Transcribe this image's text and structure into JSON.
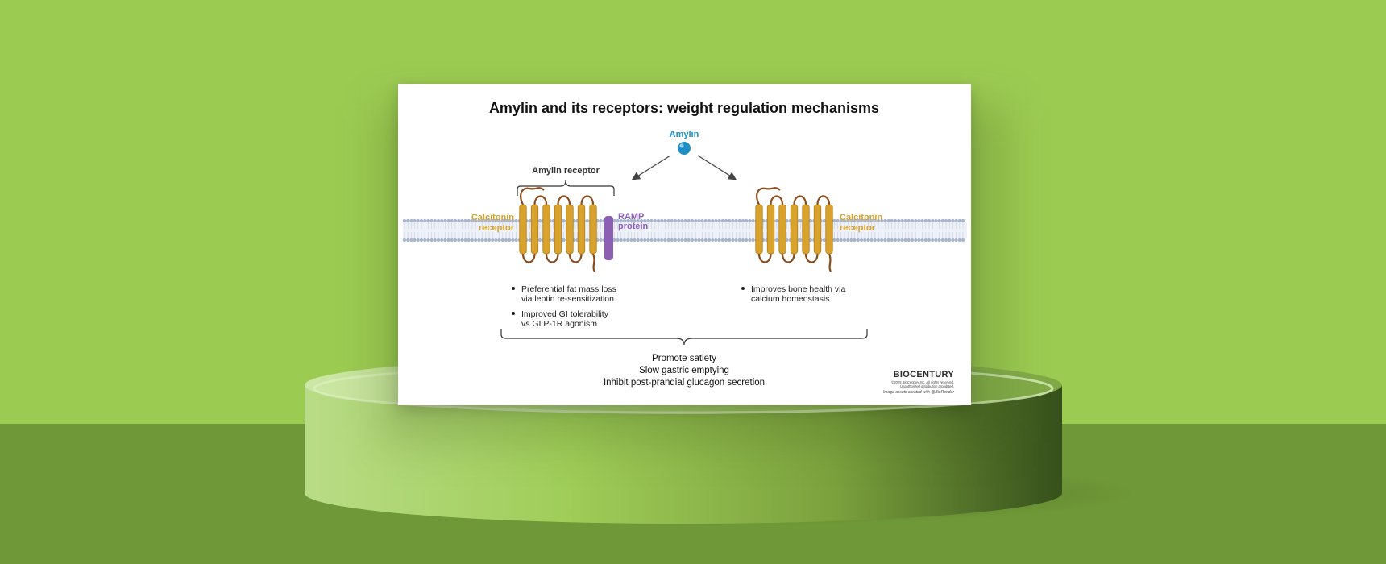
{
  "title": "Amylin and its receptors: weight regulation mechanisms",
  "ligand": {
    "label": "Amylin",
    "color": "#1e8fc4"
  },
  "left_receptor": {
    "group_label": "Amylin receptor",
    "receptor_label": [
      "Calcitonin",
      "receptor"
    ],
    "ramp_label": [
      "RAMP",
      "protein"
    ],
    "effects": [
      [
        "Preferential fat mass loss",
        "via leptin re-sensitization"
      ],
      [
        "Improved GI tolerability",
        "vs GLP-1R agonism"
      ]
    ]
  },
  "right_receptor": {
    "receptor_label": [
      "Calcitonin",
      "receptor"
    ],
    "effects": [
      [
        "Improves bone health via",
        "calcium homeostasis"
      ]
    ]
  },
  "shared_effects": [
    "Promote satiety",
    "Slow gastric emptying",
    "Inhibit post-prandial glucagon secretion"
  ],
  "brand": {
    "name": "BIOCENTURY",
    "notes": [
      "©2025 BioCentury Inc. All rights reserved.",
      "Unauthorized distribution prohibited.",
      "Image assets created with @BioRender"
    ]
  },
  "colors": {
    "receptor_orange": "#d8a22c",
    "ramp_purple": "#8c5fb5",
    "loop_brown": "#8a4a1c",
    "membrane": "#a9b5cf"
  }
}
